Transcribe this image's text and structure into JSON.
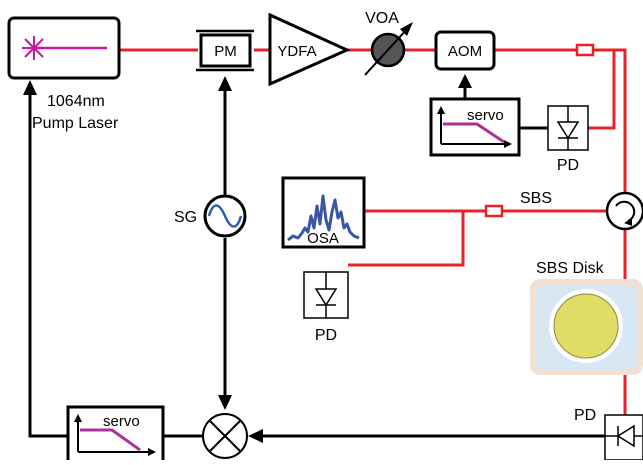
{
  "labels": {
    "laser_wavelength": "1064nm",
    "laser_name": "Pump Laser",
    "pm": "PM",
    "ydfa": "YDFA",
    "voa": "VOA",
    "aom": "AOM",
    "servo_top": "servo",
    "servo_bottom": "servo",
    "pd_top": "PD",
    "pd_middle": "PD",
    "pd_bottom": "PD",
    "sg": "SG",
    "osa": "OSA",
    "sbs": "SBS",
    "sbs_disk": "SBS Disk"
  },
  "colors": {
    "optical_path": "#e8202a",
    "electrical_path": "#000000",
    "laser_beam": "#c8189b",
    "servo_trace": "#a8329a",
    "osa_trace": "#3a55a5",
    "sg_wave": "#2f5fb0",
    "voa_fill": "#555555",
    "disk_outer": "#f1e1d2",
    "disk_inner": "#d7e7f3",
    "disk_core": "#e0dd66"
  }
}
